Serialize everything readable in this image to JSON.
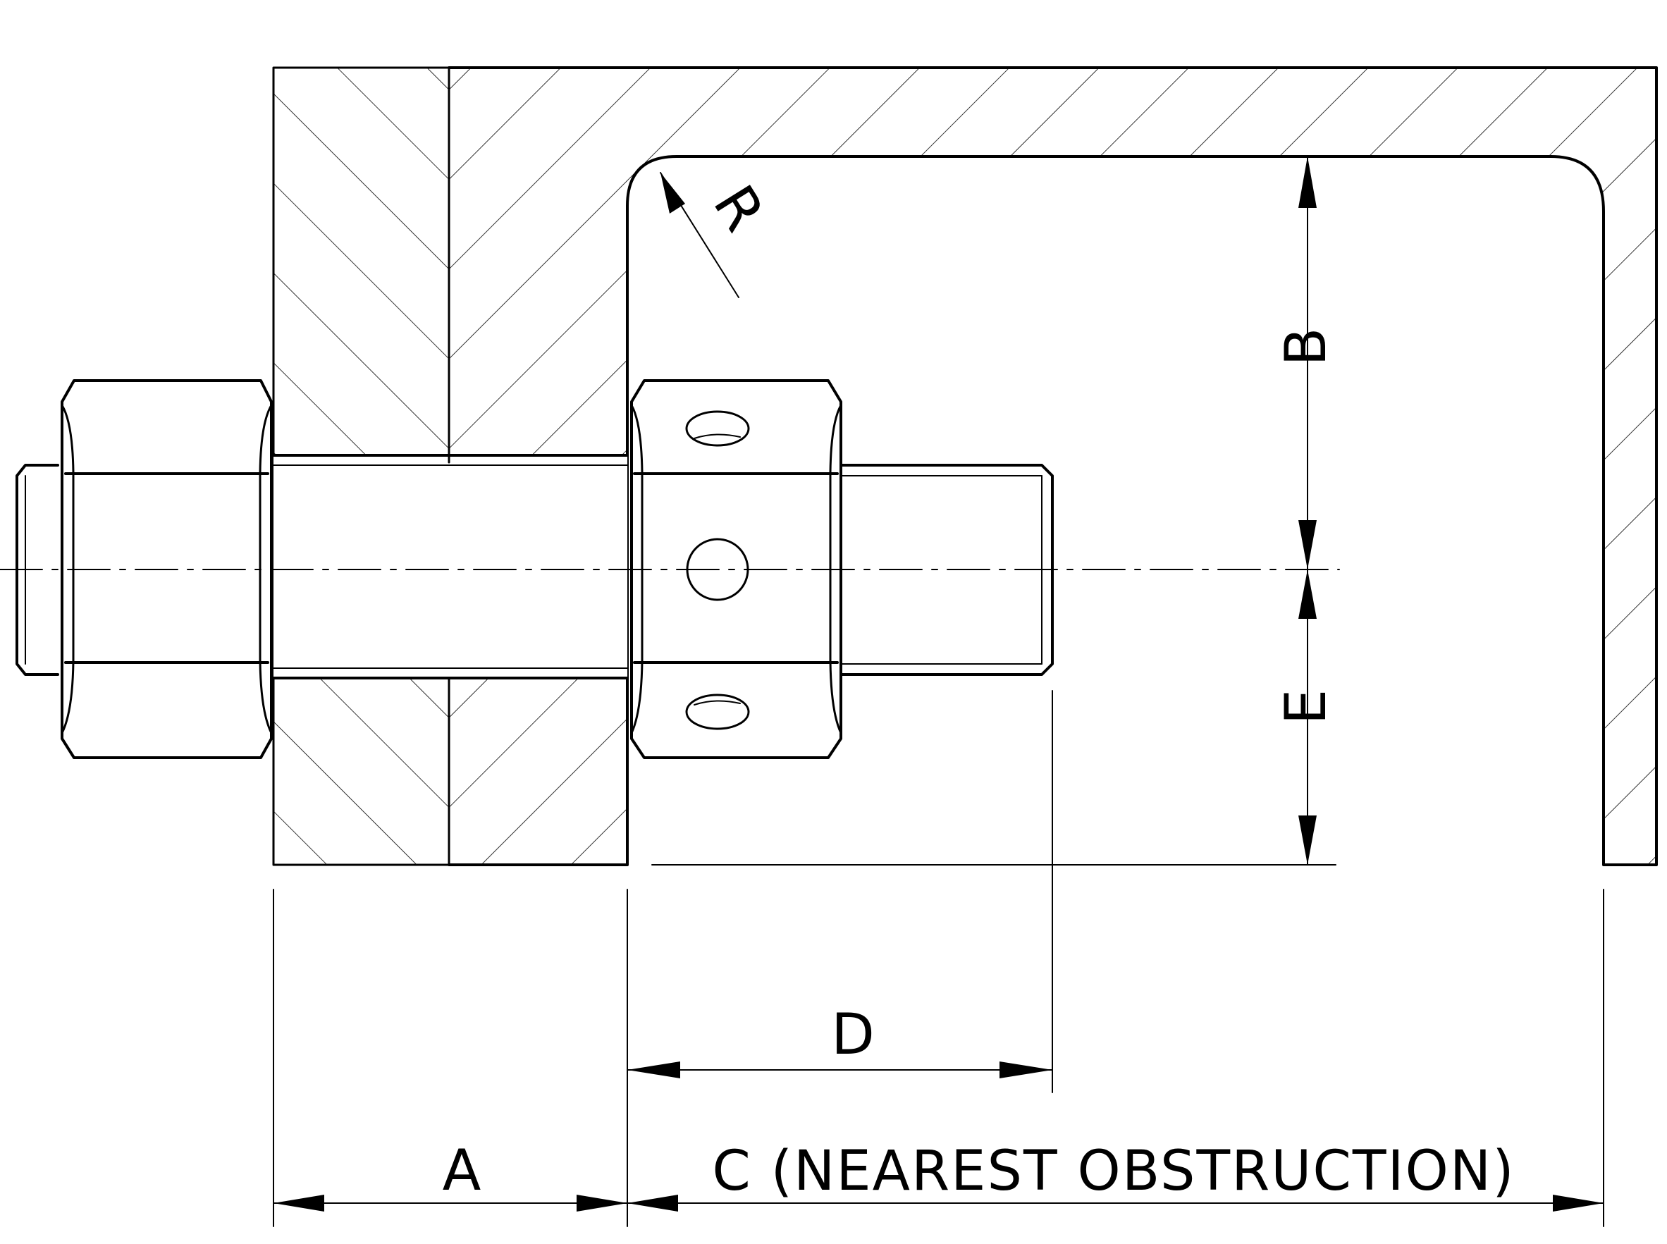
{
  "labels": {
    "a": "A",
    "b": "B",
    "c": "C (NEAREST OBSTRUCTION)",
    "d": "D",
    "e": "E",
    "r": "R"
  },
  "colors": {
    "line": "#000000",
    "background": "#ffffff"
  }
}
